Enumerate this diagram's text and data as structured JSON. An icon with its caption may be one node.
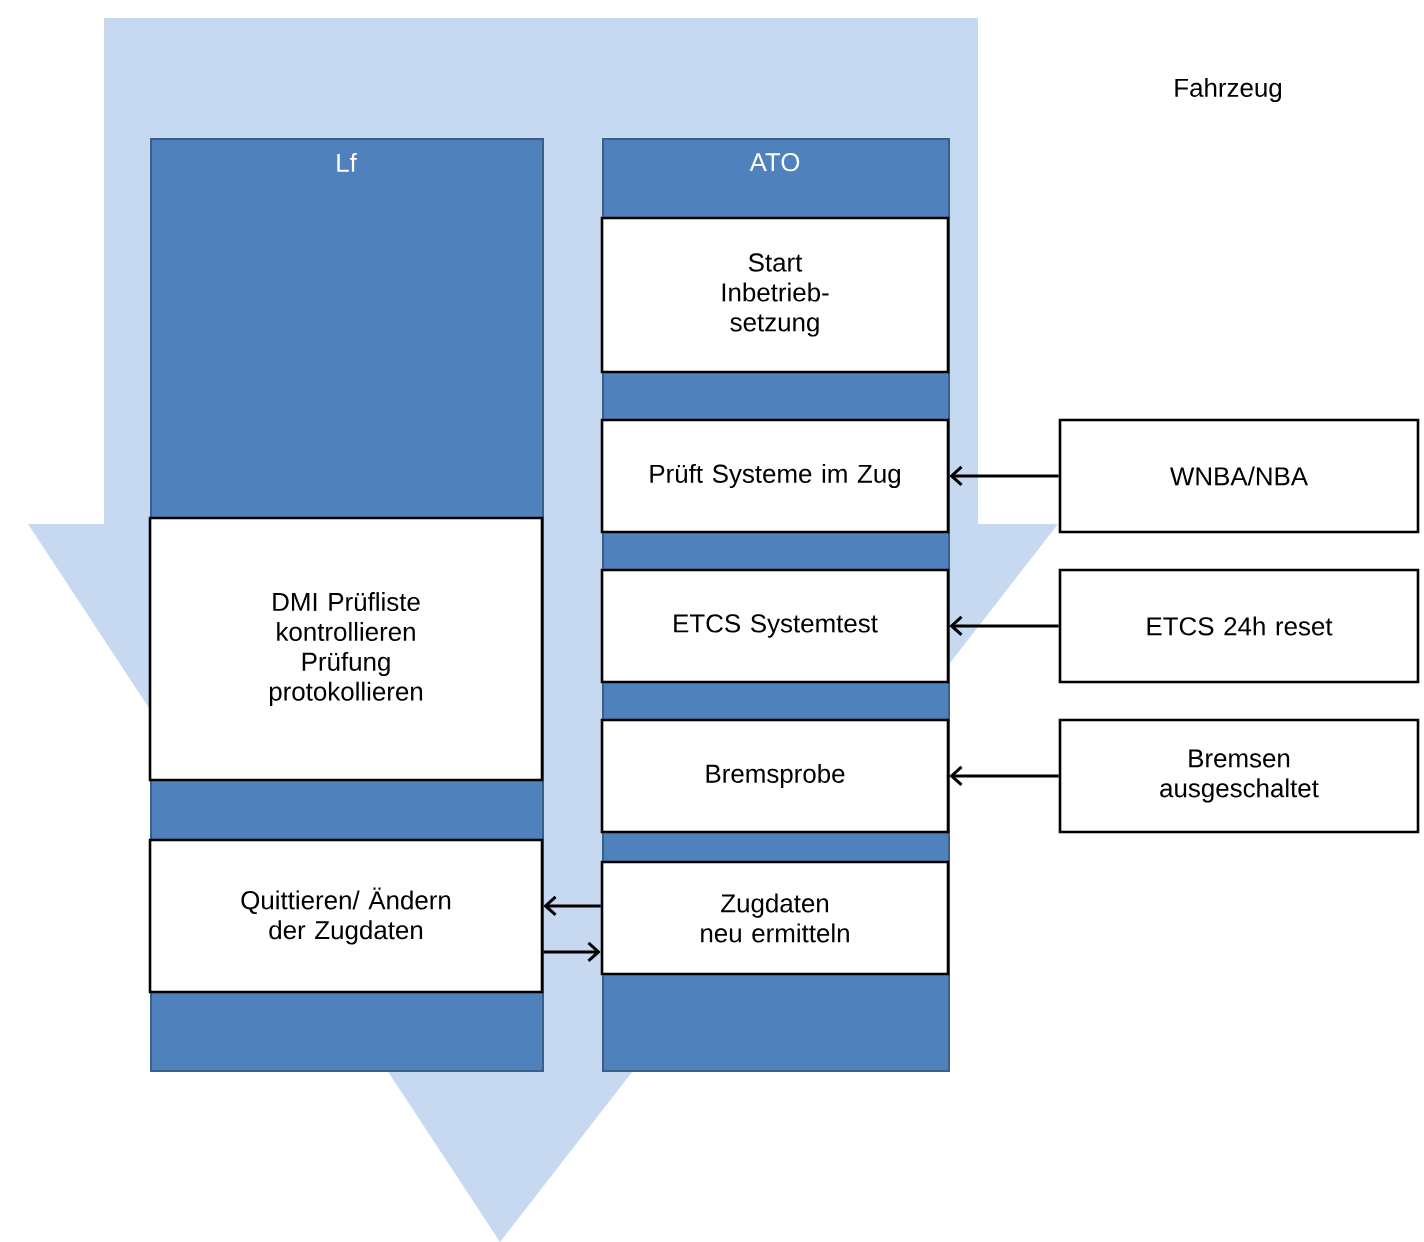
{
  "diagram": {
    "nodes": [
      {
        "text": [
          "Lf"
        ]
      },
      {
        "text": [
          "DMI Prüfliste kontrollieren Prüfung protokollieren"
        ],
        "in": 0
      },
      {
        "text": [
          "Quittieren/ Ändern der Zugdaten"
        ],
        "in": 0
      },
      {
        "text": [
          "ATO"
        ]
      },
      {
        "text": [
          "Start Inbetrieb- setzung"
        ],
        "in": 3
      },
      {
        "text": [
          "Prüft Systeme im Zug"
        ],
        "in": 3
      },
      {
        "text": [
          "ETCS Systemtest"
        ],
        "in": 3
      },
      {
        "text": [
          "Bremsprobe"
        ],
        "in": 3
      },
      {
        "text": [
          "Zugdaten neu ermitteln"
        ],
        "in": 3
      },
      {
        "text": [
          "WNBA/NBA"
        ]
      },
      {
        "text": [
          "ETCS 24h reset"
        ]
      },
      {
        "text": [
          "Bremsen ausgeschaltet"
        ]
      }
    ],
    "edges": [
      {
        "from": 9,
        "to": 5,
        "arrow": "to"
      },
      {
        "from": 10,
        "to": 6,
        "arrow": "to"
      },
      {
        "from": 11,
        "to": 7,
        "arrow": "to"
      },
      {
        "from": 8,
        "to": 2,
        "arrow": "to"
      },
      {
        "from": 2,
        "to": 8,
        "arrow": "to"
      }
    ],
    "labels": [
      "Fahrzeug"
    ]
  }
}
